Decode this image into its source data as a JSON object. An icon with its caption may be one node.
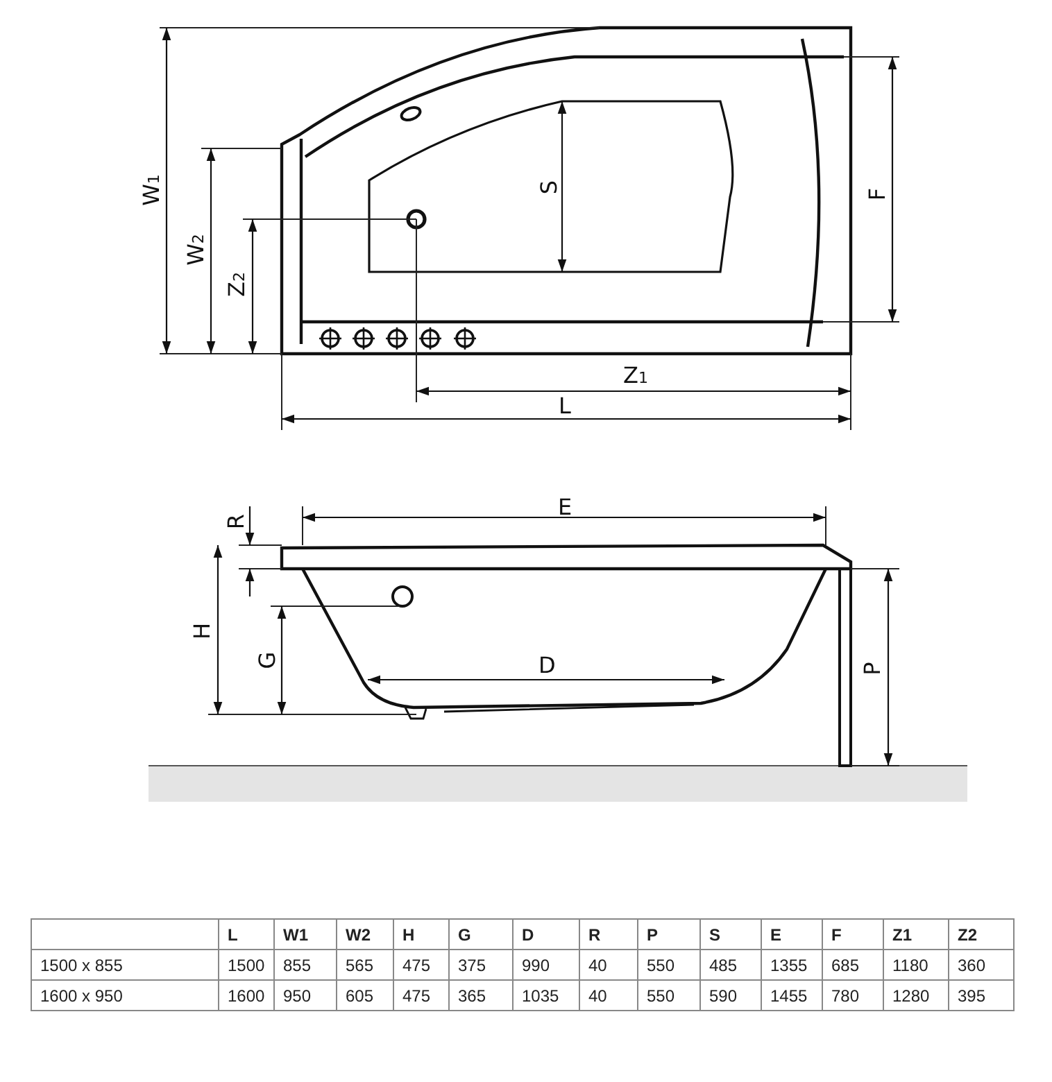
{
  "diagram": {
    "labels": [
      "W$_{1}$",
      "W$_{2}$",
      "Z$_{2}$",
      "S",
      "F",
      "Z$_{1}$",
      "L",
      "E",
      "R",
      "H",
      "G",
      "D",
      "P",
      "L",
      "W1",
      "W2",
      "H",
      "G",
      "D",
      "R",
      "P",
      "S",
      "E",
      "F",
      "Z1",
      "Z2",
      "1500 x 855",
      "1500",
      "855",
      "565",
      "475",
      "375",
      "990",
      "40",
      "550",
      "485",
      "1355",
      "685",
      "1180",
      "360",
      "1600 x 950",
      "1600",
      "950",
      "605",
      "475",
      "365",
      "1035",
      "40",
      "550",
      "590",
      "1455",
      "780",
      "1280",
      "395"
    ]
  }
}
